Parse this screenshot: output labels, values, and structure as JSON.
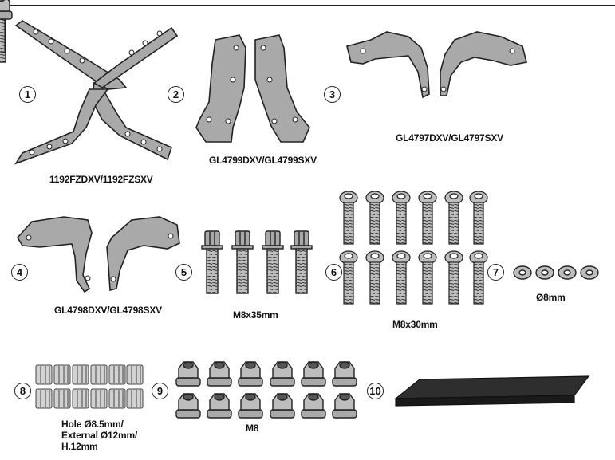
{
  "items": [
    {
      "number": "1",
      "label": "1192FZDXV/1192FZSXV"
    },
    {
      "number": "2",
      "label": "GL4799DXV/GL4799SXV"
    },
    {
      "number": "3",
      "label": "GL4797DXV/GL4797SXV"
    },
    {
      "number": "4",
      "label": "GL4798DXV/GL4798SXV"
    },
    {
      "number": "5",
      "label": "M8x35mm"
    },
    {
      "number": "6",
      "label": "M8x30mm"
    },
    {
      "number": "7",
      "label": "Ø8mm"
    },
    {
      "number": "8",
      "label_lines": [
        "Hole Ø8.5mm/",
        "External Ø12mm/",
        "H.12mm"
      ]
    },
    {
      "number": "9",
      "label": "M8"
    },
    {
      "number": "10",
      "label": ""
    }
  ],
  "colors": {
    "part_fill": "#a9a9a9",
    "part_stroke": "#222222",
    "pad_fill": "#2e2e2e"
  }
}
